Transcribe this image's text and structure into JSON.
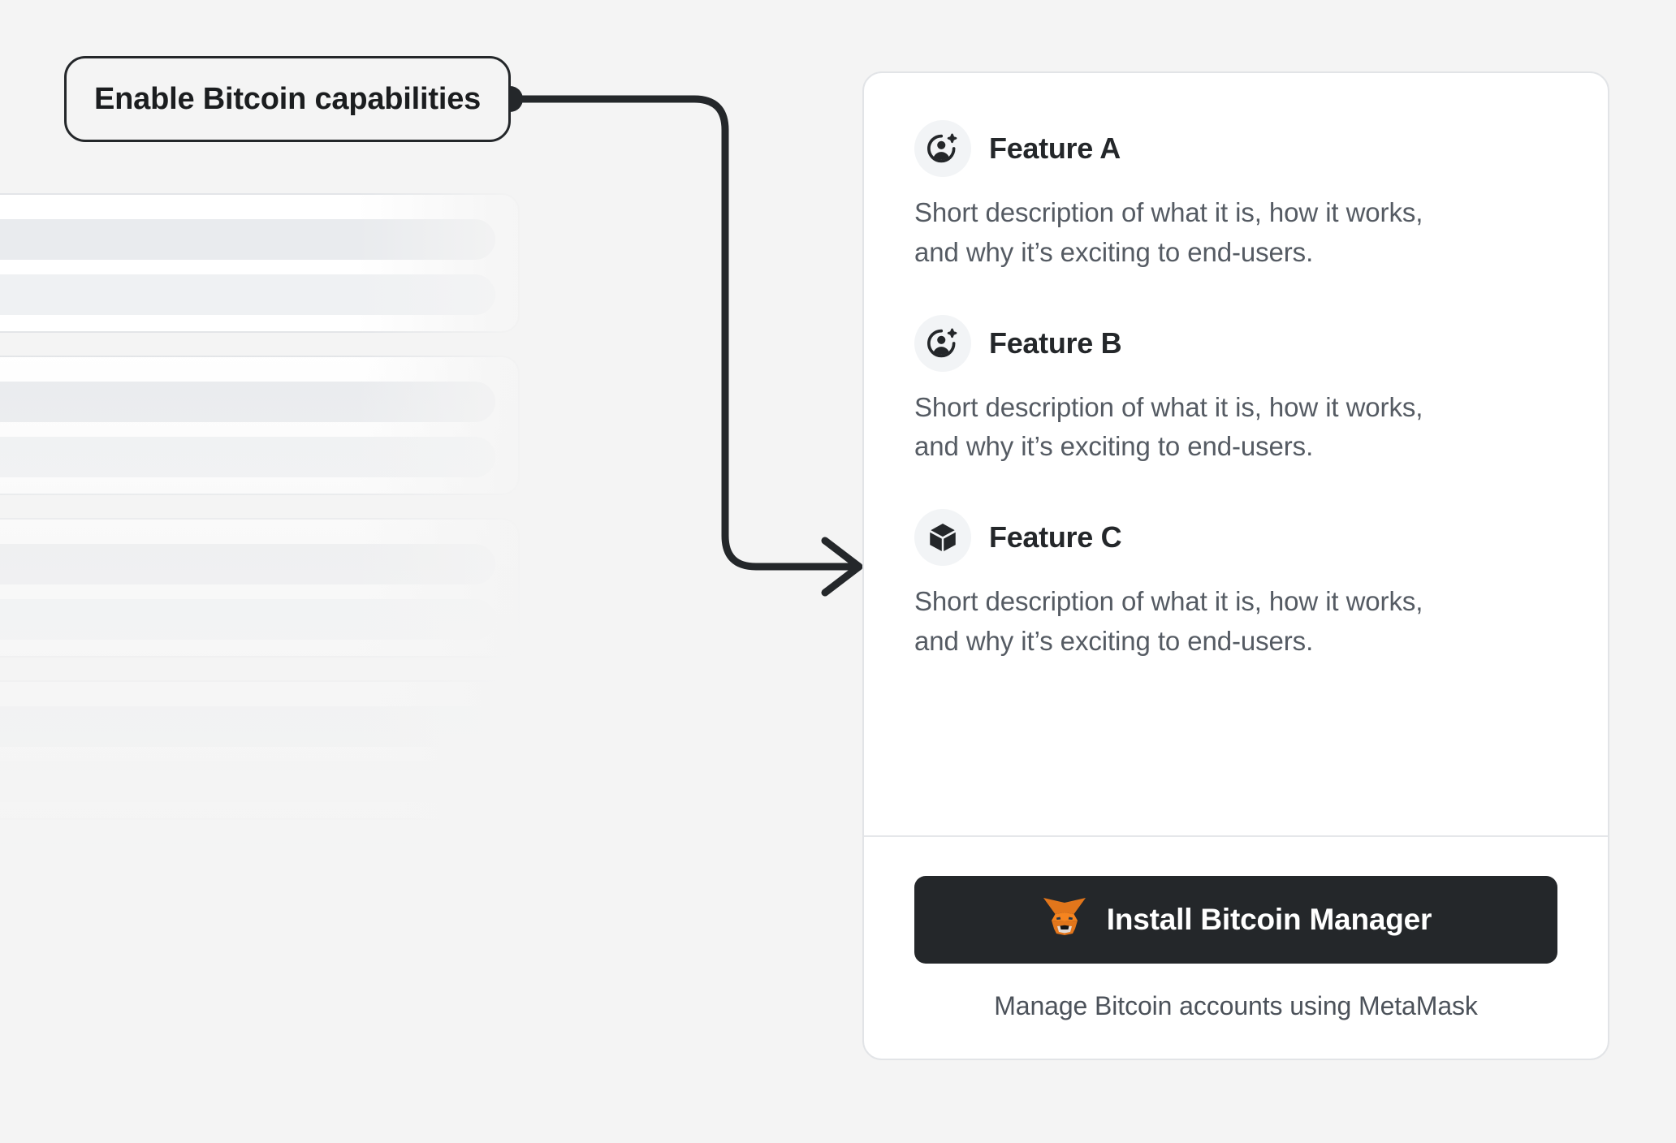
{
  "callout": {
    "label": "Enable Bitcoin capabilities",
    "connector_color": "#24272a"
  },
  "colors": {
    "page_background": "#f4f4f4",
    "card_background": "#ffffff",
    "card_border": "#e2e4e7",
    "heading": "#24272a",
    "body_text": "#555b63",
    "icon_badge_background": "#f2f4f6",
    "button_background": "#24272a",
    "button_text": "#ffffff",
    "fox_ear": "#763d16",
    "fox_face": "#e2761b",
    "fox_highlight": "#f5841f",
    "fox_snout": "#e4dad3",
    "fox_nose": "#161616"
  },
  "card": {
    "features": [
      {
        "icon": "add-account-icon",
        "title": "Feature A",
        "description": "Short description of what it is, how it works, and why it’s exciting to end-users."
      },
      {
        "icon": "add-account-icon",
        "title": "Feature B",
        "description": "Short description of what it is, how it works, and why it’s exciting to end-users."
      },
      {
        "icon": "cube-icon",
        "title": "Feature C",
        "description": "Short description of what it is, how it works, and why it’s exciting to end-users."
      }
    ],
    "footer": {
      "install_button_label": "Install Bitcoin Manager",
      "install_button_icon": "metamask-fox-icon",
      "note": "Manage Bitcoin accounts using MetaMask"
    }
  },
  "background_list": {
    "item_count": 5,
    "bars_per_item": 2
  }
}
